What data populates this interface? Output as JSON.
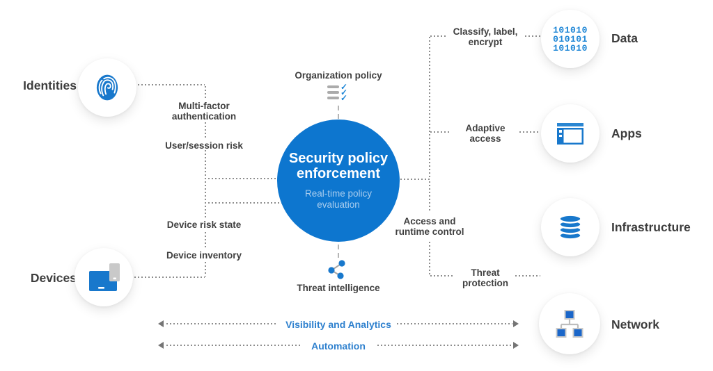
{
  "diagram_title": "Security policy enforcement (Zero Trust) diagram",
  "center_node": {
    "title": "Security policy enforcement",
    "subtitle": "Real-time policy evaluation"
  },
  "top_node": {
    "label": "Organization policy",
    "icon": "checklist-icon"
  },
  "bottom_node": {
    "label": "Threat intelligence",
    "icon": "share-nodes-icon"
  },
  "left_nodes": {
    "identities": {
      "label": "Identities",
      "icon": "fingerprint-icon"
    },
    "devices": {
      "label": "Devices",
      "icon": "laptop-phone-icon"
    }
  },
  "right_nodes": {
    "data": {
      "label": "Data",
      "icon": "binary-code-icon",
      "binary_rows": [
        "101010",
        "010101",
        "101010"
      ]
    },
    "apps": {
      "label": "Apps",
      "icon": "app-window-icon"
    },
    "infrastructure": {
      "label": "Infrastructure",
      "icon": "database-icon"
    },
    "network": {
      "label": "Network",
      "icon": "network-nodes-icon"
    }
  },
  "controls": {
    "multi_factor_authentication": "Multi-factor authentication",
    "user_session_risk": "User/session risk",
    "device_risk_state": "Device risk state",
    "device_inventory": "Device inventory",
    "classify_label_encrypt": "Classify, label, encrypt",
    "adaptive_access": "Adaptive access",
    "access_and_runtime_control": "Access and runtime control",
    "threat_protection": "Threat protection"
  },
  "cross_cutting": {
    "visibility_and_analytics": "Visibility and Analytics",
    "automation": "Automation"
  },
  "colors": {
    "primary_blue": "#0d76cf",
    "icon_blue": "#1878cc",
    "link_blue": "#2e80ce",
    "text_dark": "#3d3d3d",
    "line_gray": "#8d8d8d"
  }
}
